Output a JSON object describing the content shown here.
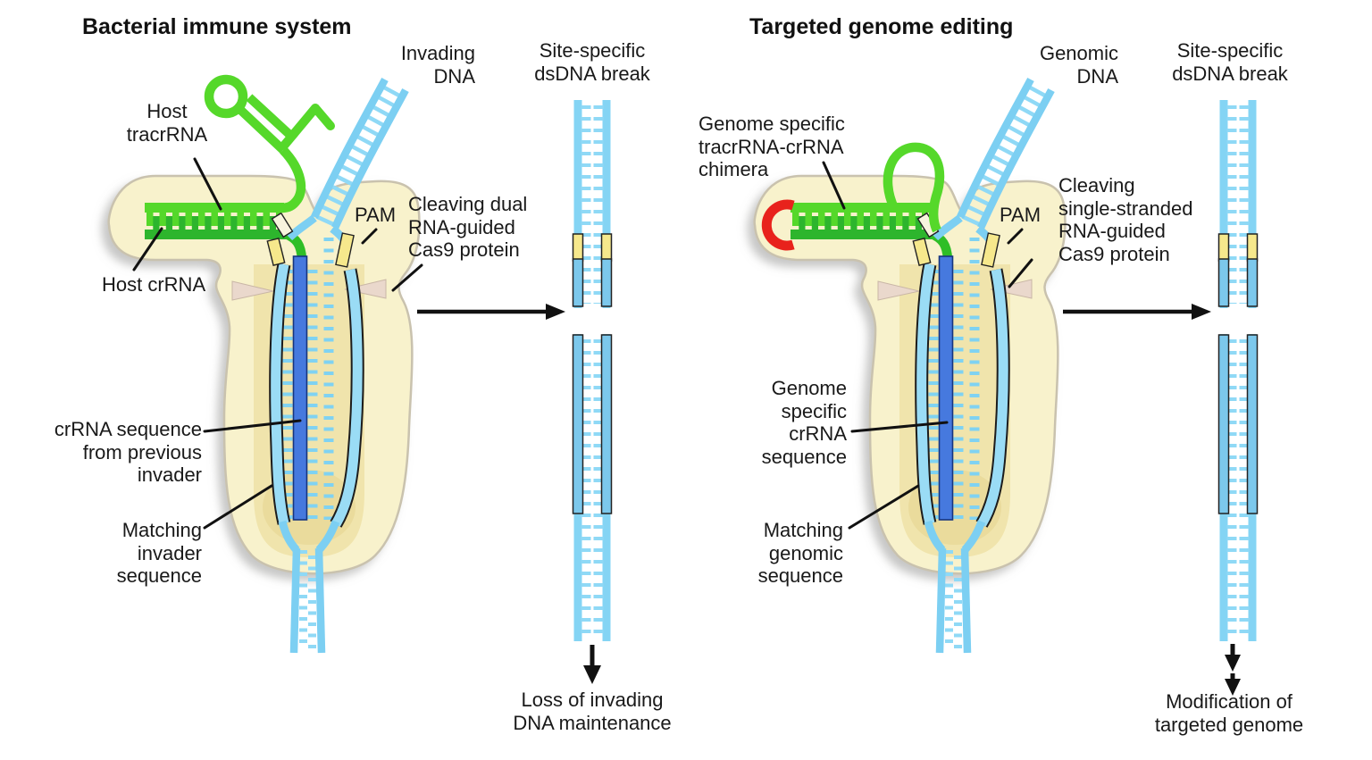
{
  "figure": {
    "type": "scientific-diagram",
    "subject": "CRISPR-Cas9 mechanism comparison"
  },
  "colors": {
    "dna_blue": "#7CCFF2",
    "dna_rung_blue": "#8FD9F6",
    "strand_outline_fill": "#85CEEF",
    "crrna_bar_blue": "#4679DE",
    "tracrrna_green": "#55D82A",
    "crrna_green": "#2DB52D",
    "pam_yellow": "#F6E88C",
    "protein_cream": "#F8F2CC",
    "protein_inner_tan": "#F0E4AC",
    "chimera_linker_red": "#E8221C",
    "text_black": "#191919"
  },
  "left_panel": {
    "title": "Bacterial immune system",
    "labels": {
      "dna": "Invading\nDNA",
      "break": "Site-specific\ndsDNA break",
      "tracrrna": "Host\ntracrRNA",
      "crrna": "Host crRNA",
      "pam": "PAM",
      "cas9": "Cleaving dual\nRNA-guided\nCas9 protein",
      "crrna_seq": "crRNA sequence\nfrom previous\ninvader",
      "matching": "Matching\ninvader\nsequence",
      "outcome": "Loss of invading\nDNA maintenance"
    }
  },
  "right_panel": {
    "title": "Targeted genome editing",
    "labels": {
      "dna": "Genomic\nDNA",
      "break": "Site-specific\ndsDNA break",
      "chimera": "Genome specific\ntracrRNA-crRNA\nchimera",
      "pam": "PAM",
      "cas9": "Cleaving\nsingle-stranded\nRNA-guided\nCas9 protein",
      "crrna_seq": "Genome\nspecific\ncrRNA\nsequence",
      "matching": "Matching\ngenomic\nsequence",
      "outcome": "Modification of\ntargeted genome"
    }
  }
}
